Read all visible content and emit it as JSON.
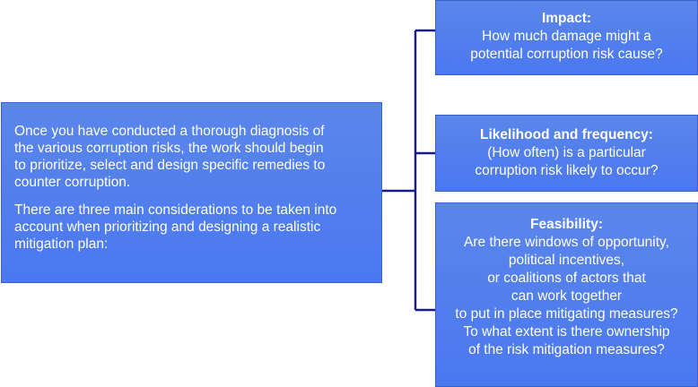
{
  "main": {
    "para1": [
      "Once you have conducted a thorough diagnosis of",
      "the various corruption risks, the work should begin",
      "to prioritize, select and design specific remedies to",
      "counter corruption."
    ],
    "para2": [
      "There are three main considerations to be taken into",
      "account when prioritizing and designing a realistic",
      "mitigation plan:"
    ]
  },
  "impact": {
    "title": "Impact:",
    "lines": [
      "How much damage might a",
      "potential corruption risk cause?"
    ]
  },
  "likelihood": {
    "title": "Likelihood and frequency:",
    "lines": [
      "(How often) is a particular",
      "corruption risk likely to occur?"
    ]
  },
  "feasibility": {
    "title": "Feasibility:",
    "lines": [
      "Are there windows of opportunity,",
      "political incentives,",
      "or coalitions of actors that",
      "can work together",
      "to put in place mitigating measures?",
      "To what extent is there ownership",
      "of the risk mitigation measures?"
    ]
  },
  "colors": {
    "box": "#4a78f0",
    "connector": "#1a1a8c"
  }
}
